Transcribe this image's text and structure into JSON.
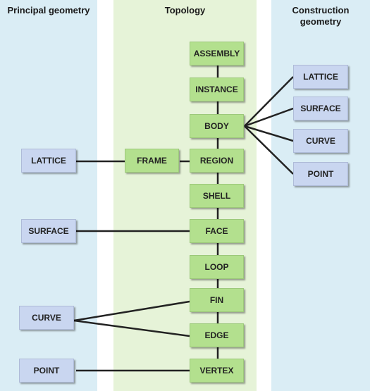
{
  "titles": {
    "principal": "Principal geometry",
    "topology": "Topology",
    "construction_line1": "Construction",
    "construction_line2": "geometry"
  },
  "topology": [
    "ASSEMBLY",
    "INSTANCE",
    "BODY",
    "REGION",
    "SHELL",
    "FACE",
    "LOOP",
    "FIN",
    "EDGE",
    "VERTEX"
  ],
  "frame": "FRAME",
  "principal_geometry": [
    "LATTICE",
    "SURFACE",
    "CURVE",
    "POINT"
  ],
  "construction_geometry": [
    "LATTICE",
    "SURFACE",
    "CURVE",
    "POINT"
  ],
  "colors": {
    "principal_panel": "#daedf5",
    "topology_panel": "#e6f3d8",
    "topology_box": "#b3e08e",
    "geometry_box": "#c9d6f0",
    "connector": "#222222"
  }
}
